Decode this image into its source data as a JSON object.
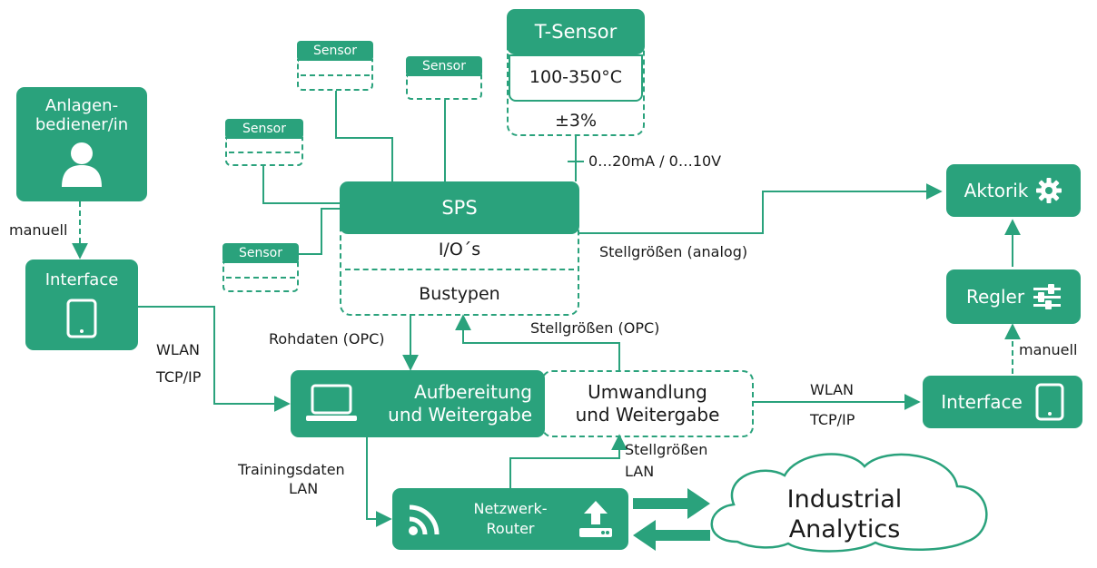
{
  "colors": {
    "accent": "#2aa27c",
    "text": "#1a1a1a",
    "white": "#ffffff"
  },
  "operator": {
    "line1": "Anlagen-",
    "line2": "bediener/in",
    "icon": "user-icon"
  },
  "left_interface": {
    "label": "Interface",
    "icon": "tablet-icon"
  },
  "right_interface": {
    "label": "Interface",
    "icon": "tablet-icon"
  },
  "sensors": {
    "s1": "Sensor",
    "s2": "Sensor",
    "s3": "Sensor",
    "s4": "Sensor"
  },
  "t_sensor": {
    "title": "T-Sensor",
    "range": "100-350°C",
    "accuracy": "±3%"
  },
  "sps": {
    "title": "SPS",
    "io": "I/O´s",
    "bus": "Bustypen"
  },
  "aktorik": {
    "label": "Aktorik",
    "icon": "gear-icon"
  },
  "regler": {
    "label": "Regler",
    "icon": "sliders-icon"
  },
  "aufbereitung": {
    "line1": "Aufbereitung",
    "line2": "und Weitergabe",
    "icon": "laptop-icon"
  },
  "umwandlung": {
    "line1": "Umwandlung",
    "line2": "und Weitergabe"
  },
  "router": {
    "line1": "Netzwerk-",
    "line2": "Router",
    "wifi_icon": "wifi-icon",
    "upload_icon": "upload-icon"
  },
  "cloud": {
    "line1": "Industrial",
    "line2": "Analytics"
  },
  "labels": {
    "manuell_left": "manuell",
    "manuell_right": "manuell",
    "wlan_left": "WLAN",
    "tcpip_left": "TCP/IP",
    "wlan_right": "WLAN",
    "tcpip_right": "TCP/IP",
    "signal_range": "0…20mA / 0…10V",
    "stell_analog": "Stellgrößen (analog)",
    "rohdaten": "Rohdaten (OPC)",
    "stell_opc": "Stellgrößen (OPC)",
    "trainingsdaten": "Trainingsdaten",
    "lan_left": "LAN",
    "stell_lan": "Stellgrößen",
    "lan_right": "LAN"
  }
}
